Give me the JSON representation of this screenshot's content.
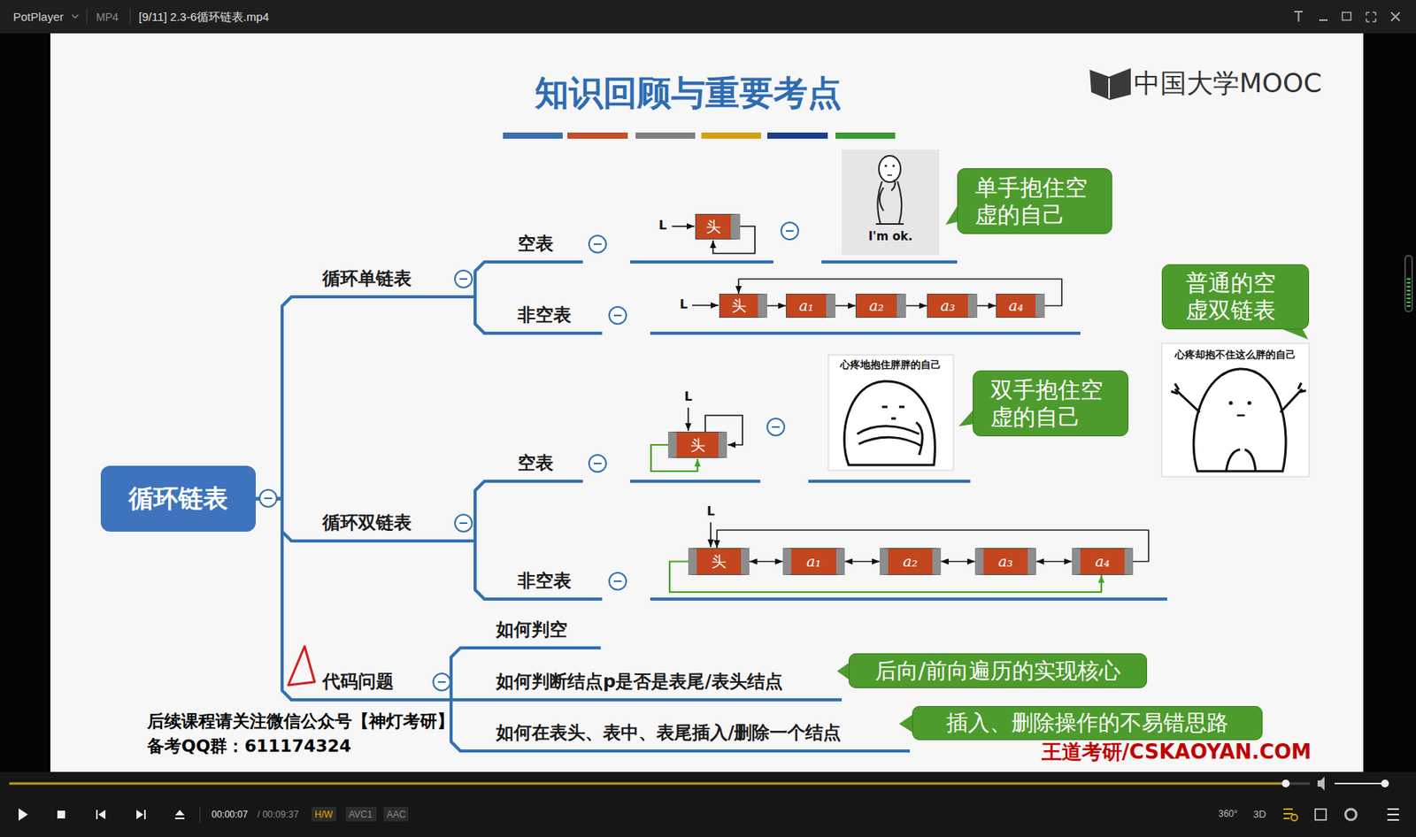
{
  "diagram": {
    "title": "知识回顾与重要考点",
    "nodes": [
      {
        "text": [
          "循环链表"
        ]
      },
      {
        "text": [
          "循环单链表"
        ]
      },
      {
        "text": [
          "空表"
        ]
      },
      {
        "text": [
          "头"
        ]
      },
      {
        "text": [
          "非空表"
        ]
      },
      {
        "text": [
          "头"
        ]
      },
      {
        "text": [
          "a₁"
        ]
      },
      {
        "text": [
          "a₂"
        ]
      },
      {
        "text": [
          "a₃"
        ]
      },
      {
        "text": [
          "a₄"
        ]
      },
      {
        "text": [
          "循环双链表"
        ]
      },
      {
        "text": [
          "空表"
        ]
      },
      {
        "text": [
          "头"
        ]
      },
      {
        "text": [
          "非空表"
        ]
      },
      {
        "text": [
          "头"
        ]
      },
      {
        "text": [
          "a₁"
        ]
      },
      {
        "text": [
          "a₂"
        ]
      },
      {
        "text": [
          "a₃"
        ]
      },
      {
        "text": [
          "a₄"
        ]
      },
      {
        "text": [
          "代码问题"
        ]
      },
      {
        "text": [
          "如何判空"
        ]
      },
      {
        "text": [
          "如何判断结点p是否是表尾/表头结点"
        ]
      },
      {
        "text": [
          "如何在表头、表中、表尾插入/删除一个结点"
        ]
      },
      {
        "text": [
          "单手抱住空虚的自己"
        ]
      },
      {
        "text": [
          "普通的空虚双链表"
        ]
      },
      {
        "text": [
          "双手抱住空虚的自己"
        ]
      },
      {
        "text": [
          "后向/前向遍历的实现核心"
        ]
      },
      {
        "text": [
          "插入、删除操作的不易错思路"
        ]
      }
    ],
    "edges": [
      {
        "from": 0,
        "to": 1,
        "arrow": "none"
      },
      {
        "from": 0,
        "to": 10,
        "arrow": "none"
      },
      {
        "from": 0,
        "to": 19,
        "arrow": "none"
      },
      {
        "from": 1,
        "to": 2,
        "arrow": "none"
      },
      {
        "from": 1,
        "to": 4,
        "arrow": "none"
      },
      {
        "from": 10,
        "to": 11,
        "arrow": "none"
      },
      {
        "from": 10,
        "to": 13,
        "arrow": "none"
      },
      {
        "from": 19,
        "to": 20,
        "arrow": "none"
      },
      {
        "from": 19,
        "to": 21,
        "arrow": "none"
      },
      {
        "from": 19,
        "to": 22,
        "arrow": "none"
      },
      {
        "from": 5,
        "to": 6,
        "arrow": "to"
      },
      {
        "from": 6,
        "to": 7,
        "arrow": "to"
      },
      {
        "from": 7,
        "to": 8,
        "arrow": "to"
      },
      {
        "from": 8,
        "to": 9,
        "arrow": "to"
      },
      {
        "from": 9,
        "to": 5,
        "arrow": "to"
      },
      {
        "from": 14,
        "to": 15,
        "arrow": "both"
      },
      {
        "from": 15,
        "to": 16,
        "arrow": "both"
      },
      {
        "from": 16,
        "to": 17,
        "arrow": "both"
      },
      {
        "from": 17,
        "to": 18,
        "arrow": "both"
      },
      {
        "from": 18,
        "to": 14,
        "arrow": "to"
      },
      {
        "from": 14,
        "to": 18,
        "arrow": "to"
      }
    ],
    "labels": [
      "PotPlayer",
      "MP4",
      "[9/11] 2.3-6循环链表.mp4",
      "中国大学MOOC",
      "L",
      "L",
      "L",
      "L",
      "I'm ok.",
      "心疼地抱住胖胖的自己",
      "心疼却抱不住这么胖的自己",
      "后续课程请关注微信公众号【神灯考研】",
      "备考QQ群：611174324",
      "王道考研/CSKAOYAN.COM",
      "00:00:07",
      "/ 00:09:37",
      "H/W",
      "AVC1",
      "AAC",
      "360°",
      "3D"
    ]
  }
}
